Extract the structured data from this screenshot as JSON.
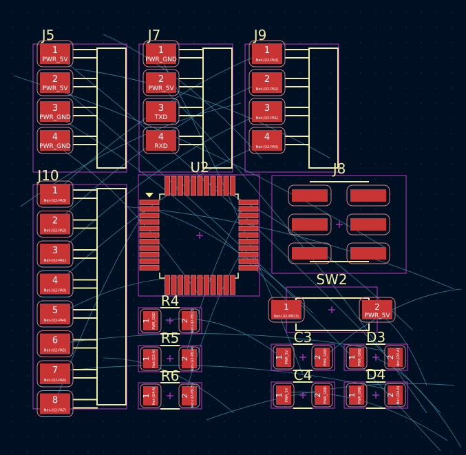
{
  "colors": {
    "background": "#001023",
    "pad": "#c83434",
    "pad_outline": "#e08080",
    "silkscreen": "#f2eda1",
    "courtyard": "#c436c4",
    "ratsnest": "#4aa3b8",
    "pad_text": "#ffffff",
    "grid_dot": "#3a4a60"
  },
  "icons": {
    "origin_marker": "plus-icon",
    "pin1_marker": "triangle-icon"
  },
  "components": {
    "J5": {
      "ref": "J5",
      "pads": [
        {
          "num": "1",
          "net": "PWR_5V"
        },
        {
          "num": "2",
          "net": "PWR_5V"
        },
        {
          "num": "3",
          "net": "PWR_GND"
        },
        {
          "num": "4",
          "net": "PWR_GND"
        }
      ]
    },
    "J7": {
      "ref": "J7",
      "pads": [
        {
          "num": "1",
          "net": "PWR_GND"
        },
        {
          "num": "2",
          "net": "PWR_5V"
        },
        {
          "num": "3",
          "net": "TXD"
        },
        {
          "num": "4",
          "net": "RXD"
        }
      ]
    },
    "J9": {
      "ref": "J9",
      "pads": [
        {
          "num": "1",
          "net": "Net-(U2-PA3)"
        },
        {
          "num": "2",
          "net": "Net-(U2-PA2)"
        },
        {
          "num": "3",
          "net": "Net-(U2-PA1)"
        },
        {
          "num": "4",
          "net": "Net-(U2-PA0)"
        }
      ]
    },
    "J10": {
      "ref": "J10",
      "pads": [
        {
          "num": "1",
          "net": "Net-(U2-PA3)"
        },
        {
          "num": "2",
          "net": "Net-(U2-PA2)"
        },
        {
          "num": "3",
          "net": "Net-(U2-PA1)"
        },
        {
          "num": "4",
          "net": "Net-(U2-PA0)"
        },
        {
          "num": "5",
          "net": "Net-(U2-PA4)"
        },
        {
          "num": "6",
          "net": "Net-(U2-PA5)"
        },
        {
          "num": "7",
          "net": "Net-(U2-PA6)"
        },
        {
          "num": "8",
          "net": "Net-(U2-PA7)"
        }
      ]
    },
    "U2": {
      "ref": "U2"
    },
    "J8": {
      "ref": "J8"
    },
    "SW2": {
      "ref": "SW2",
      "pads": [
        {
          "num": "1",
          "net": "Net-(U2-PB13)"
        },
        {
          "num": "2",
          "net": "PWR_5V"
        }
      ]
    },
    "R4": {
      "ref": "R4",
      "pads": [
        {
          "num": "1",
          "net": "PWR_GND"
        },
        {
          "num": "2",
          "net": "Net-(U2-PB13)"
        }
      ]
    },
    "R5": {
      "ref": "R5",
      "pads": [
        {
          "num": "1",
          "net": "Net-(D3-A)"
        },
        {
          "num": "2",
          "net": "Net-(U2-PB14)"
        }
      ]
    },
    "R6": {
      "ref": "R6",
      "pads": [
        {
          "num": "1",
          "net": "Net-(D4-A)"
        },
        {
          "num": "2",
          "net": "Net-(U2-PB15)"
        }
      ]
    },
    "C3": {
      "ref": "C3",
      "pads": [
        {
          "num": "1",
          "net": "PWR_5V"
        },
        {
          "num": "2",
          "net": "PWR_GND"
        }
      ]
    },
    "C4": {
      "ref": "C4",
      "pads": [
        {
          "num": "1",
          "net": "PWR_5V"
        },
        {
          "num": "2",
          "net": "PWR_GND"
        }
      ]
    },
    "D3": {
      "ref": "D3",
      "pads": [
        {
          "num": "1",
          "net": "PWR_GND"
        },
        {
          "num": "2",
          "net": "Net-(D3-A)"
        }
      ]
    },
    "D4": {
      "ref": "D4",
      "pads": [
        {
          "num": "1",
          "net": "PWR_GND"
        },
        {
          "num": "2",
          "net": "Net-(D4-A)"
        }
      ]
    }
  }
}
